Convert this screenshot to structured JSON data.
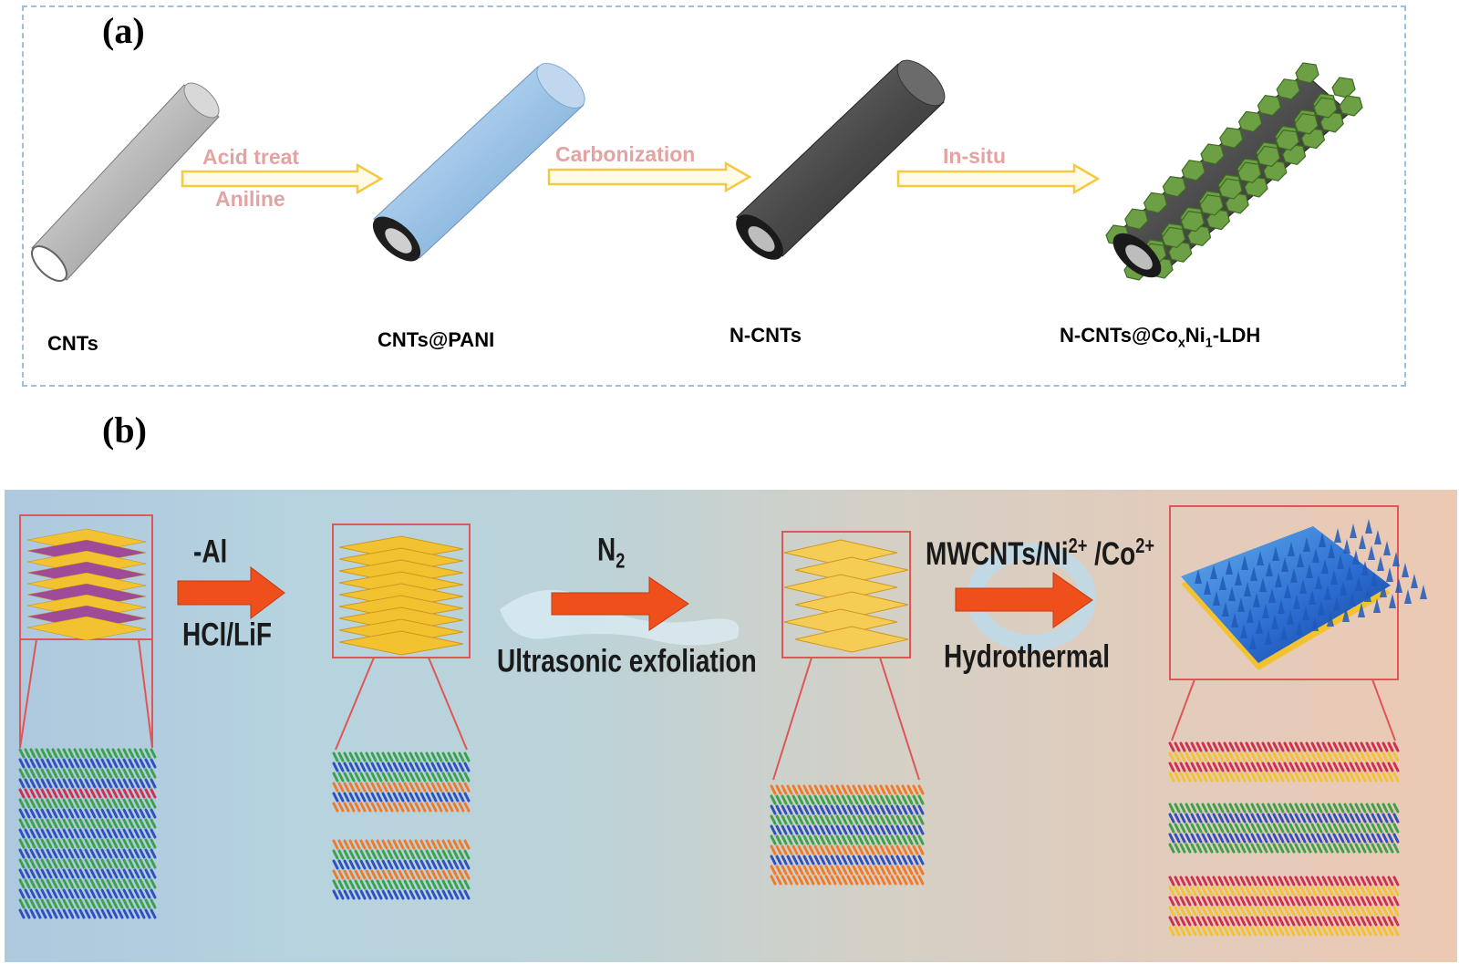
{
  "panel_a": {
    "label": "(a)",
    "structures": [
      "CNTs",
      "CNTs@PANI",
      "N-CNTs",
      "N-CNTs@CoxNi1-LDH"
    ],
    "product_parts": {
      "prefix": "N-CNTs@Co",
      "sub1": "x",
      "mid": "Ni",
      "sub2": "1",
      "suffix": "-LDH"
    },
    "steps": [
      {
        "top": "Acid treat",
        "bottom": "Aniline"
      },
      {
        "top": "Carbonization",
        "bottom": ""
      },
      {
        "top": "In-situ",
        "bottom": ""
      }
    ],
    "colors": {
      "frame": "#9dc0e0",
      "arrow": "#f5c842",
      "step_text": "#e3a3a3",
      "cnt": "#b5b5b5",
      "pani": "#9cc0e4",
      "ncnt": "#4a4a4a",
      "ldh": "#6da045"
    }
  },
  "panel_b": {
    "label": "(b)",
    "steps": [
      {
        "top": "-Al",
        "bottom": "HCl/LiF"
      },
      {
        "top_main": "N",
        "top_sub": "2",
        "bottom": "Ultrasonic exfoliation"
      },
      {
        "top_main": "MWCNTs/Ni",
        "top_sup1": "2+",
        "top_mid": " /Co",
        "top_sup2": "2+",
        "bottom": "Hydrothermal"
      }
    ],
    "colors": {
      "arrow": "#ef4f1a",
      "box": "#e05555",
      "layer_yellow": "#f2c230",
      "layer_purple": "#a04a9a",
      "atom_green": "#3aa24a",
      "atom_blue": "#3050c0",
      "atom_orange": "#f07a2a",
      "atom_red": "#d03050",
      "surface_blue": "#2a6ad0"
    }
  }
}
